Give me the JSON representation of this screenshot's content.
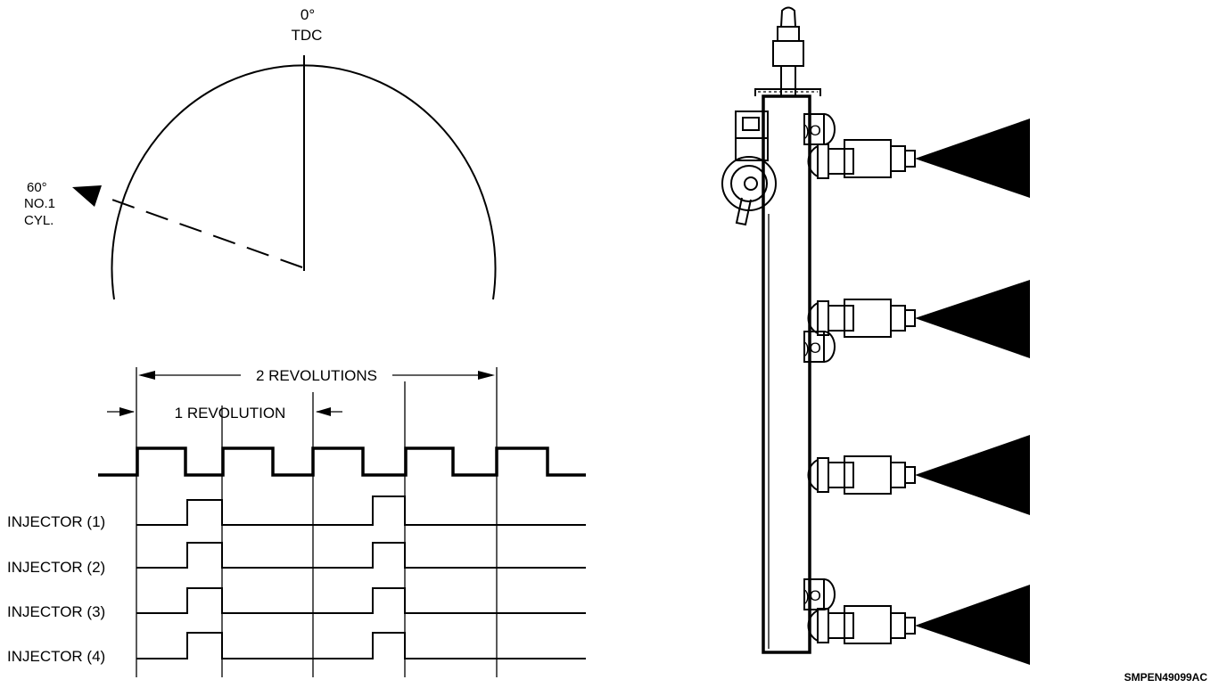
{
  "crank": {
    "tdc_deg": "0°",
    "tdc_label": "TDC",
    "cyl_deg": "60°",
    "cyl_line1": "NO.1",
    "cyl_line2": "CYL."
  },
  "timing": {
    "two_rev": "2 REVOLUTIONS",
    "one_rev": "1 REVOLUTION",
    "injectors": [
      "INJECTOR (1)",
      "INJECTOR (2)",
      "INJECTOR (3)",
      "INJECTOR (4)"
    ]
  },
  "code": "SMPEN49099AC"
}
